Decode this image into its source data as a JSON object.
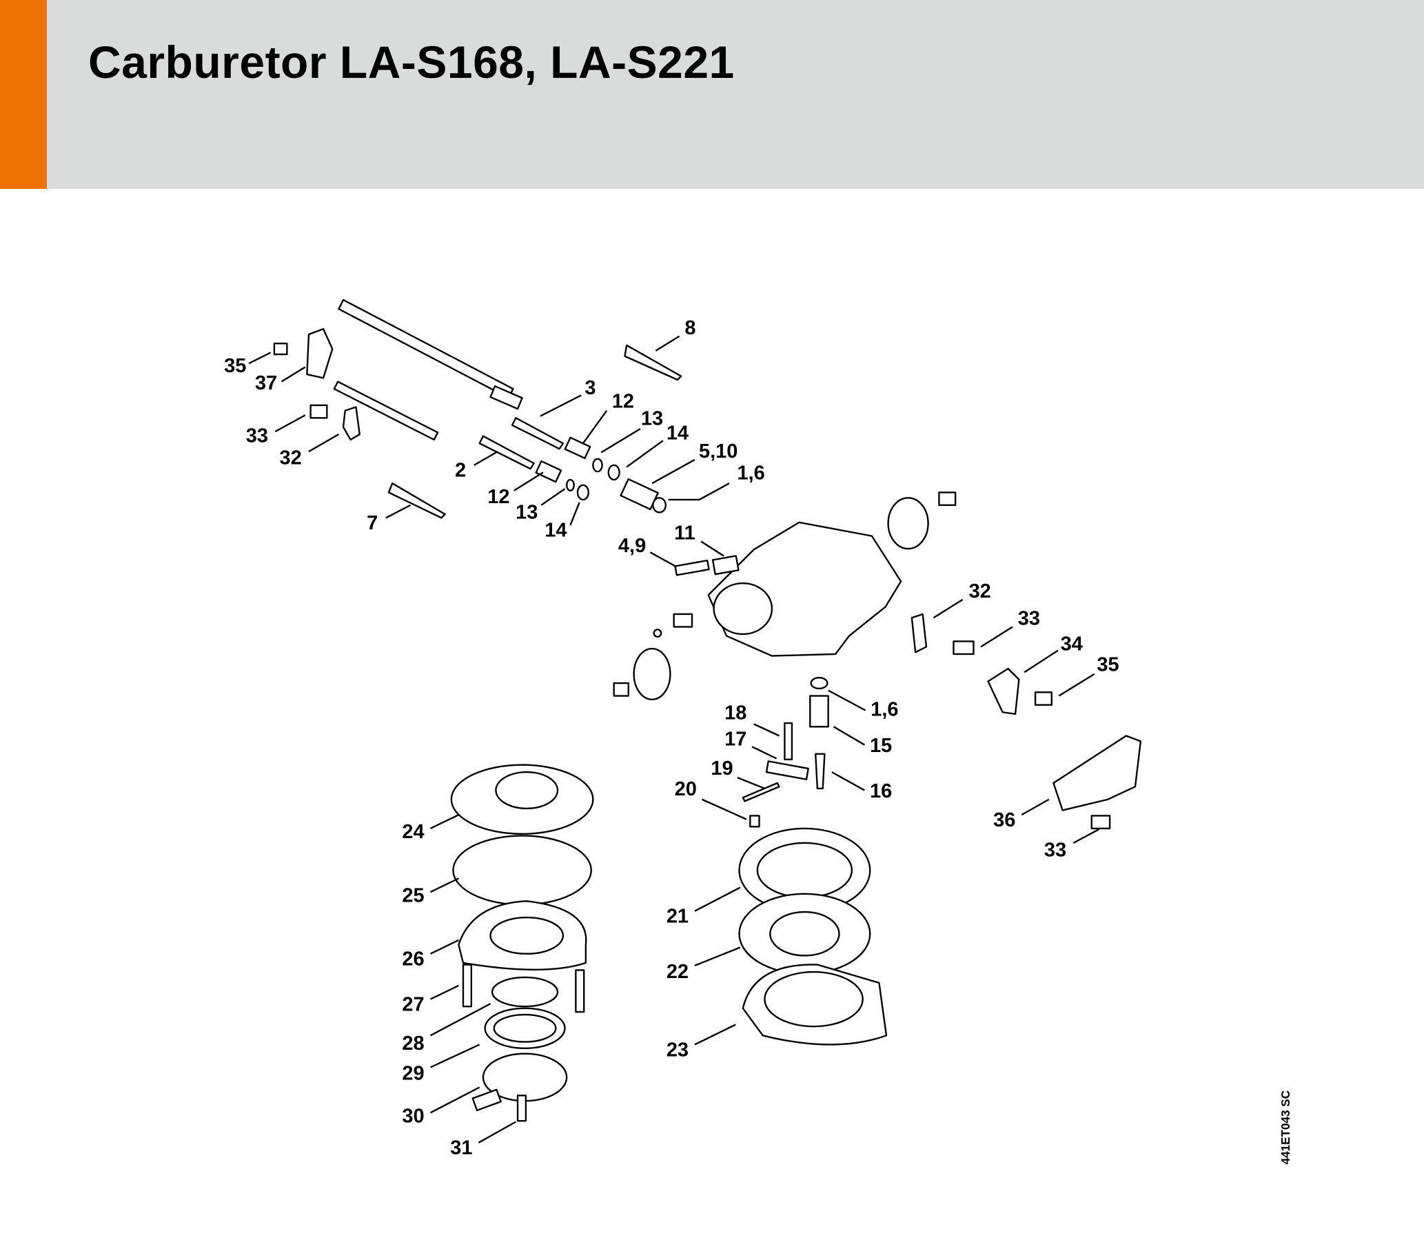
{
  "header": {
    "title": "Carburetor LA-S168, LA-S221",
    "accent_color": "#ef7103",
    "background_color": "#dadcdb"
  },
  "diagram": {
    "labels": [
      "35",
      "37",
      "33",
      "32",
      "7",
      "8",
      "3",
      "12",
      "13",
      "14",
      "5,10",
      "1,6",
      "2",
      "12",
      "13",
      "14",
      "11",
      "4,9",
      "32",
      "33",
      "34",
      "35",
      "1,6",
      "18",
      "15",
      "17",
      "19",
      "16",
      "20",
      "36",
      "33",
      "24",
      "25",
      "26",
      "27",
      "28",
      "29",
      "30",
      "31",
      "21",
      "22",
      "23"
    ],
    "drawing_code": "441ET043 SC"
  }
}
